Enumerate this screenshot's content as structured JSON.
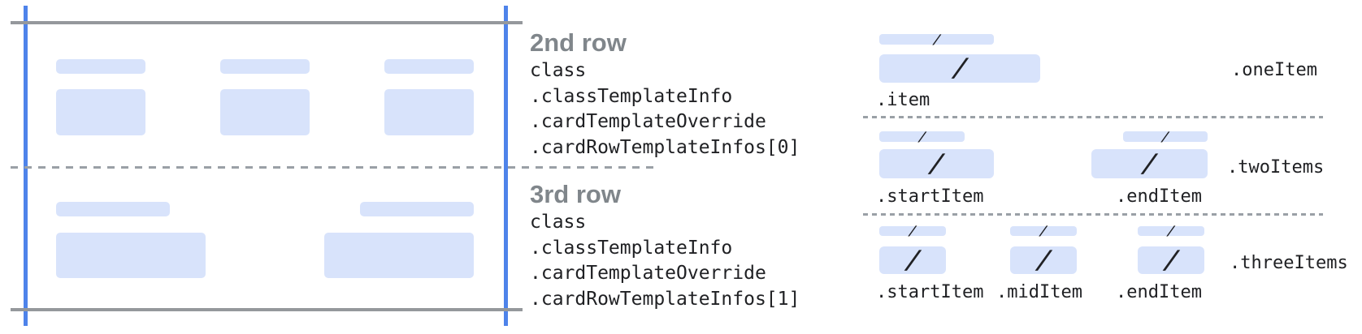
{
  "palette": {
    "guide_blue": "#4e83ea",
    "placeholder_blue": "#d8e3fb",
    "boundary_gray": "#95989c",
    "dash_gray": "#9aa0a6",
    "heading_gray": "#80868b",
    "code_text": "#202124"
  },
  "slash": "/",
  "card": {
    "row2_item_count": 3,
    "row3_item_count": 2
  },
  "middle": {
    "sections": [
      {
        "heading": "2nd row",
        "code_lines": [
          "class",
          ".classTemplateInfo",
          ".cardTemplateOverride",
          ".cardRowTemplateInfos[0]"
        ]
      },
      {
        "heading": "3rd row",
        "code_lines": [
          "class",
          ".classTemplateInfo",
          ".cardTemplateOverride",
          ".cardRowTemplateInfos[1]"
        ]
      }
    ]
  },
  "layouts": {
    "rows": [
      {
        "layout_name": ".oneItem",
        "item_labels": [
          ".item"
        ]
      },
      {
        "layout_name": ".twoItems",
        "item_labels": [
          ".startItem",
          ".endItem"
        ]
      },
      {
        "layout_name": ".threeItems",
        "item_labels": [
          ".startItem",
          ".midItem",
          ".endItem"
        ]
      }
    ]
  }
}
